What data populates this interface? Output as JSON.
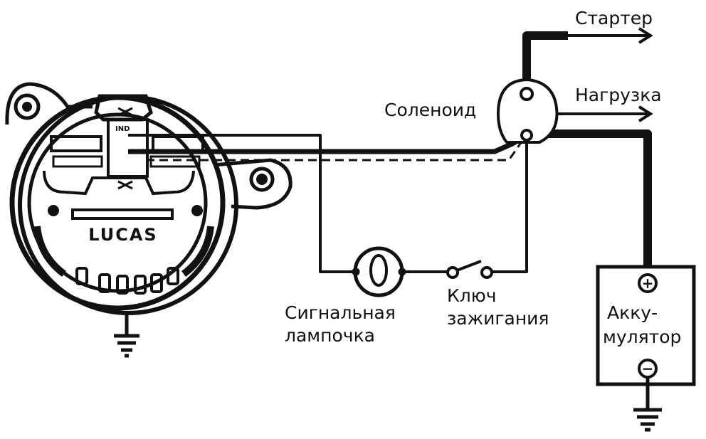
{
  "labels": {
    "starter": "Стартер",
    "load": "Нагрузка",
    "solenoid": "Соленоид",
    "signal_lamp_line1": "Сигнальная",
    "signal_lamp_line2": "лампочка",
    "ignition_key_line1": "Ключ",
    "ignition_key_line2": "зажигания",
    "battery_line1": "Акку-",
    "battery_line2": "мулятор",
    "alternator_brand": "LUCAS",
    "terminal_ind": "IND",
    "battery_plus": "+",
    "battery_minus": "−"
  },
  "colors": {
    "ink": "#111111",
    "paper": "#ffffff"
  },
  "icons": [
    "alternator-icon",
    "solenoid-icon",
    "lamp-icon",
    "switch-icon",
    "battery-icon",
    "ground-icon",
    "arrow-icon"
  ]
}
